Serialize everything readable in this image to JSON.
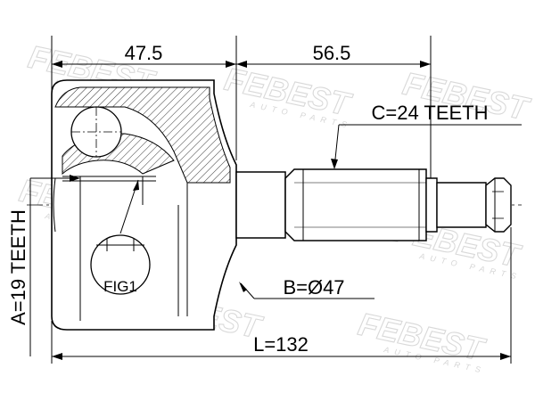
{
  "watermark": {
    "brand": "FEBEST",
    "tagline": "AUTO PARTS"
  },
  "dimensions": {
    "length_a": "47.5",
    "length_b": "56.5",
    "total_length": "L=132",
    "outer_spline": "C=24 TEETH",
    "diameter": "B=Ø47",
    "inner_spline": "A=19 TEETH"
  },
  "callouts": {
    "figure": "FIG1"
  },
  "colors": {
    "line": "#000000",
    "watermark": "#d9d9d9",
    "background": "#ffffff"
  }
}
